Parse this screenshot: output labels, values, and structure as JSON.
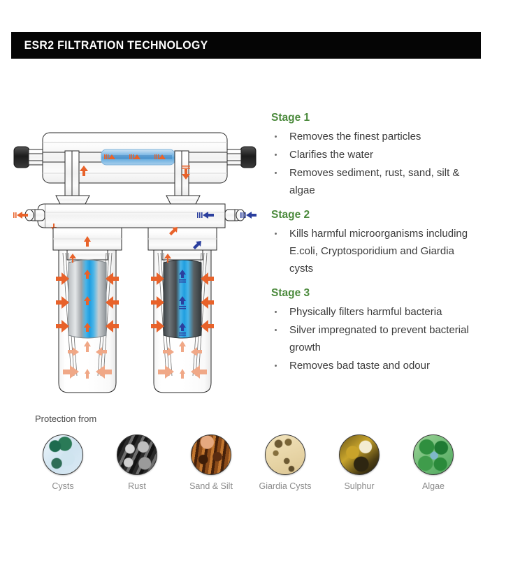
{
  "header": {
    "title": "ESR2 FILTRATION TECHNOLOGY"
  },
  "colors": {
    "header_bg": "#050505",
    "header_text": "#ffffff",
    "stage_heading": "#4b8a3c",
    "body_text": "#3b3b3b",
    "caption_text": "#8b8b8b",
    "flow_orange": "#e8622a",
    "flow_blue": "#2b3f9e",
    "cartridge_blue": "#2ba6e0",
    "carbon_gray": "#55595c",
    "page_bg": "#ffffff"
  },
  "stages": [
    {
      "title": "Stage 1",
      "bullets": [
        "Removes the finest particles",
        "Clarifies the water",
        "Removes sediment, rust, sand, silt & algae"
      ]
    },
    {
      "title": "Stage 2",
      "bullets": [
        "Kills harmful microorganisms including E.coli, Cryptosporidium and Giardia cysts"
      ]
    },
    {
      "title": "Stage 3",
      "bullets": [
        "Physically filters harmful bacteria",
        "Silver impregnated to prevent bacterial growth",
        "Removes bad taste and odour"
      ]
    }
  ],
  "protection": {
    "label": "Protection from",
    "items": [
      {
        "caption": "Cysts",
        "icon": "cysts-icon",
        "texture": "tex-cysts"
      },
      {
        "caption": "Rust",
        "icon": "rust-icon",
        "texture": "tex-rust"
      },
      {
        "caption": "Sand & Silt",
        "icon": "sand-silt-icon",
        "texture": "tex-sand"
      },
      {
        "caption": "Giardia Cysts",
        "icon": "giardia-cysts-icon",
        "texture": "tex-giardia"
      },
      {
        "caption": "Sulphur",
        "icon": "sulphur-icon",
        "texture": "tex-sulphur"
      },
      {
        "caption": "Algae",
        "icon": "algae-icon",
        "texture": "tex-algae"
      }
    ]
  },
  "diagram": {
    "name": "esr2-filtration-unit-diagram",
    "parts": [
      {
        "name": "uv-chamber",
        "label": "UV sterilisation chamber"
      },
      {
        "name": "uv-lamp",
        "label": "UV lamp"
      },
      {
        "name": "uv-end-cap-left",
        "label": "Left end cap"
      },
      {
        "name": "uv-end-cap-right",
        "label": "Right end cap"
      },
      {
        "name": "manifold-head",
        "label": "Manifold head"
      },
      {
        "name": "inlet-port",
        "label": "Water inlet"
      },
      {
        "name": "outlet-port",
        "label": "Water outlet"
      },
      {
        "name": "filter-housing-left",
        "label": "Stage 1 sediment housing"
      },
      {
        "name": "filter-cartridge-left",
        "label": "Sediment cartridge"
      },
      {
        "name": "filter-housing-right",
        "label": "Stage 3 carbon housing"
      },
      {
        "name": "filter-cartridge-right",
        "label": "Silver impregnated carbon block"
      }
    ]
  }
}
